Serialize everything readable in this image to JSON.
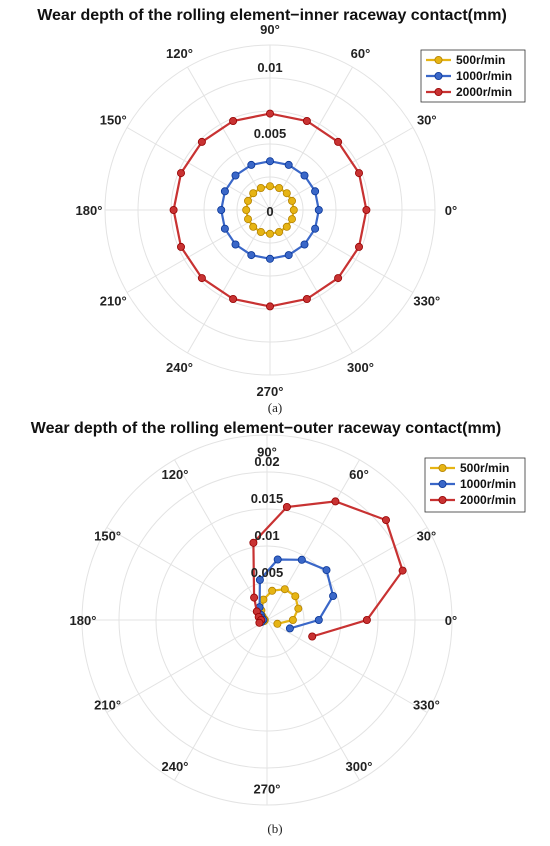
{
  "chart_data": [
    {
      "type": "polar-line",
      "title": "Wear depth of the rolling element−inner raceway contact(mm)",
      "caption": "(a)",
      "angle_ticks": [
        "0°",
        "30°",
        "60°",
        "90°",
        "120°",
        "150°",
        "180°",
        "210°",
        "240°",
        "270°",
        "300°",
        "330°"
      ],
      "angle_tick_values": [
        0,
        30,
        60,
        90,
        120,
        150,
        180,
        210,
        240,
        270,
        300,
        330
      ],
      "radial_ticks": [
        "0",
        "0.005",
        "0.01"
      ],
      "radial_tick_values": [
        0,
        0.005,
        0.01
      ],
      "rlim": [
        0,
        0.0125
      ],
      "grid": true,
      "legend_position": "top-right",
      "angles": [
        0,
        22.5,
        45,
        67.5,
        90,
        112.5,
        135,
        157.5,
        180,
        202.5,
        225,
        247.5,
        270,
        292.5,
        315,
        337.5
      ],
      "series": [
        {
          "name": "500r/min",
          "color": "#e6b414",
          "values": [
            0.0018,
            0.0018,
            0.0018,
            0.0018,
            0.0018,
            0.0018,
            0.0018,
            0.0018,
            0.0018,
            0.0018,
            0.0018,
            0.0018,
            0.0018,
            0.0018,
            0.0018,
            0.0018
          ]
        },
        {
          "name": "1000r/min",
          "color": "#3a67c8",
          "values": [
            0.0037,
            0.0037,
            0.0037,
            0.0037,
            0.0037,
            0.0037,
            0.0037,
            0.0037,
            0.0037,
            0.0037,
            0.0037,
            0.0037,
            0.0037,
            0.0037,
            0.0037,
            0.0037
          ]
        },
        {
          "name": "2000r/min",
          "color": "#c83232",
          "values": [
            0.0073,
            0.0073,
            0.0073,
            0.0073,
            0.0073,
            0.0073,
            0.0073,
            0.0073,
            0.0073,
            0.0073,
            0.0073,
            0.0073,
            0.0073,
            0.0073,
            0.0073,
            0.0073
          ]
        }
      ]
    },
    {
      "type": "polar-line",
      "title": "Wear depth of the rolling element−outer raceway contact(mm)",
      "caption": "(b)",
      "angle_ticks": [
        "0°",
        "30°",
        "60°",
        "90°",
        "120°",
        "150°",
        "180°",
        "210°",
        "240°",
        "270°",
        "300°",
        "330°"
      ],
      "angle_tick_values": [
        0,
        30,
        60,
        90,
        120,
        150,
        180,
        210,
        240,
        270,
        300,
        330
      ],
      "radial_ticks": [
        "0.005",
        "0.01",
        "0.015",
        "0.02"
      ],
      "radial_tick_values": [
        0.005,
        0.01,
        0.015,
        0.02
      ],
      "rlim": [
        0,
        0.025
      ],
      "grid": true,
      "legend_position": "top-right",
      "series": [
        {
          "name": "500r/min",
          "color": "#e6b414",
          "angles": [
            -20,
            0,
            20,
            40,
            60,
            80,
            100,
            120,
            140,
            160,
            180,
            200
          ],
          "values": [
            0.0015,
            0.0035,
            0.0045,
            0.005,
            0.0048,
            0.004,
            0.0028,
            0.0015,
            0.0008,
            0.0004,
            0.0003,
            0.0004
          ]
        },
        {
          "name": "1000r/min",
          "color": "#3a67c8",
          "angles": [
            -20,
            0,
            20,
            40,
            60,
            80,
            100,
            120,
            140,
            160,
            180,
            200
          ],
          "values": [
            0.0033,
            0.007,
            0.0095,
            0.0105,
            0.0094,
            0.0083,
            0.0055,
            0.002,
            0.0011,
            0.0007,
            0.0005,
            0.0008
          ]
        },
        {
          "name": "2000r/min",
          "color": "#c83232",
          "angles": [
            -20,
            0,
            20,
            40,
            60,
            80,
            100,
            120,
            140,
            160,
            180,
            200
          ],
          "values": [
            0.0065,
            0.0135,
            0.0195,
            0.021,
            0.0185,
            0.0155,
            0.0106,
            0.0035,
            0.0018,
            0.0012,
            0.0008,
            0.0011
          ]
        }
      ]
    }
  ]
}
